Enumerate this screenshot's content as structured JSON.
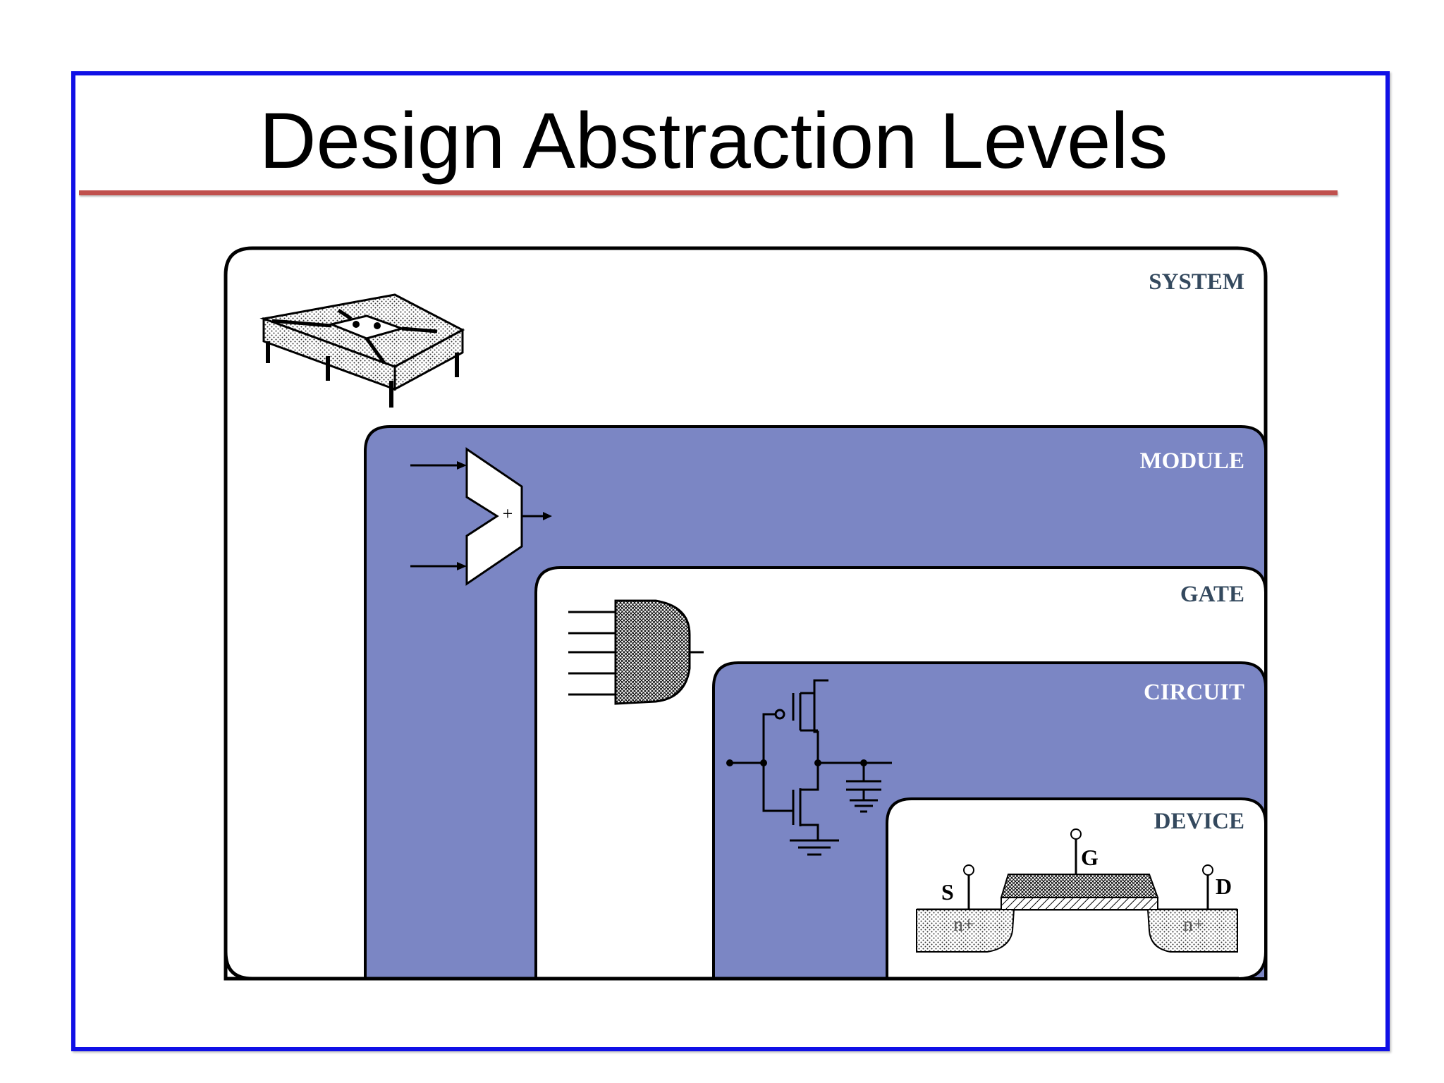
{
  "slide": {
    "title": "Design Abstraction Levels"
  },
  "levels": [
    {
      "label": "SYSTEM",
      "fill": "#ffffff",
      "label_color": "#34495e"
    },
    {
      "label": "MODULE",
      "fill": "#7b86c4",
      "label_color": "#ffffff"
    },
    {
      "label": "GATE",
      "fill": "#ffffff",
      "label_color": "#34495e"
    },
    {
      "label": "CIRCUIT",
      "fill": "#7b86c4",
      "label_color": "#ffffff"
    },
    {
      "label": "DEVICE",
      "fill": "#ffffff",
      "label_color": "#34495e"
    }
  ],
  "module": {
    "symbol": "+"
  },
  "device": {
    "gate_label": "G",
    "source_label": "S",
    "drain_label": "D",
    "source_region": "n+",
    "drain_region": "n+"
  },
  "colors": {
    "frame": "#1010e6",
    "title_rule": "#c0504d"
  }
}
